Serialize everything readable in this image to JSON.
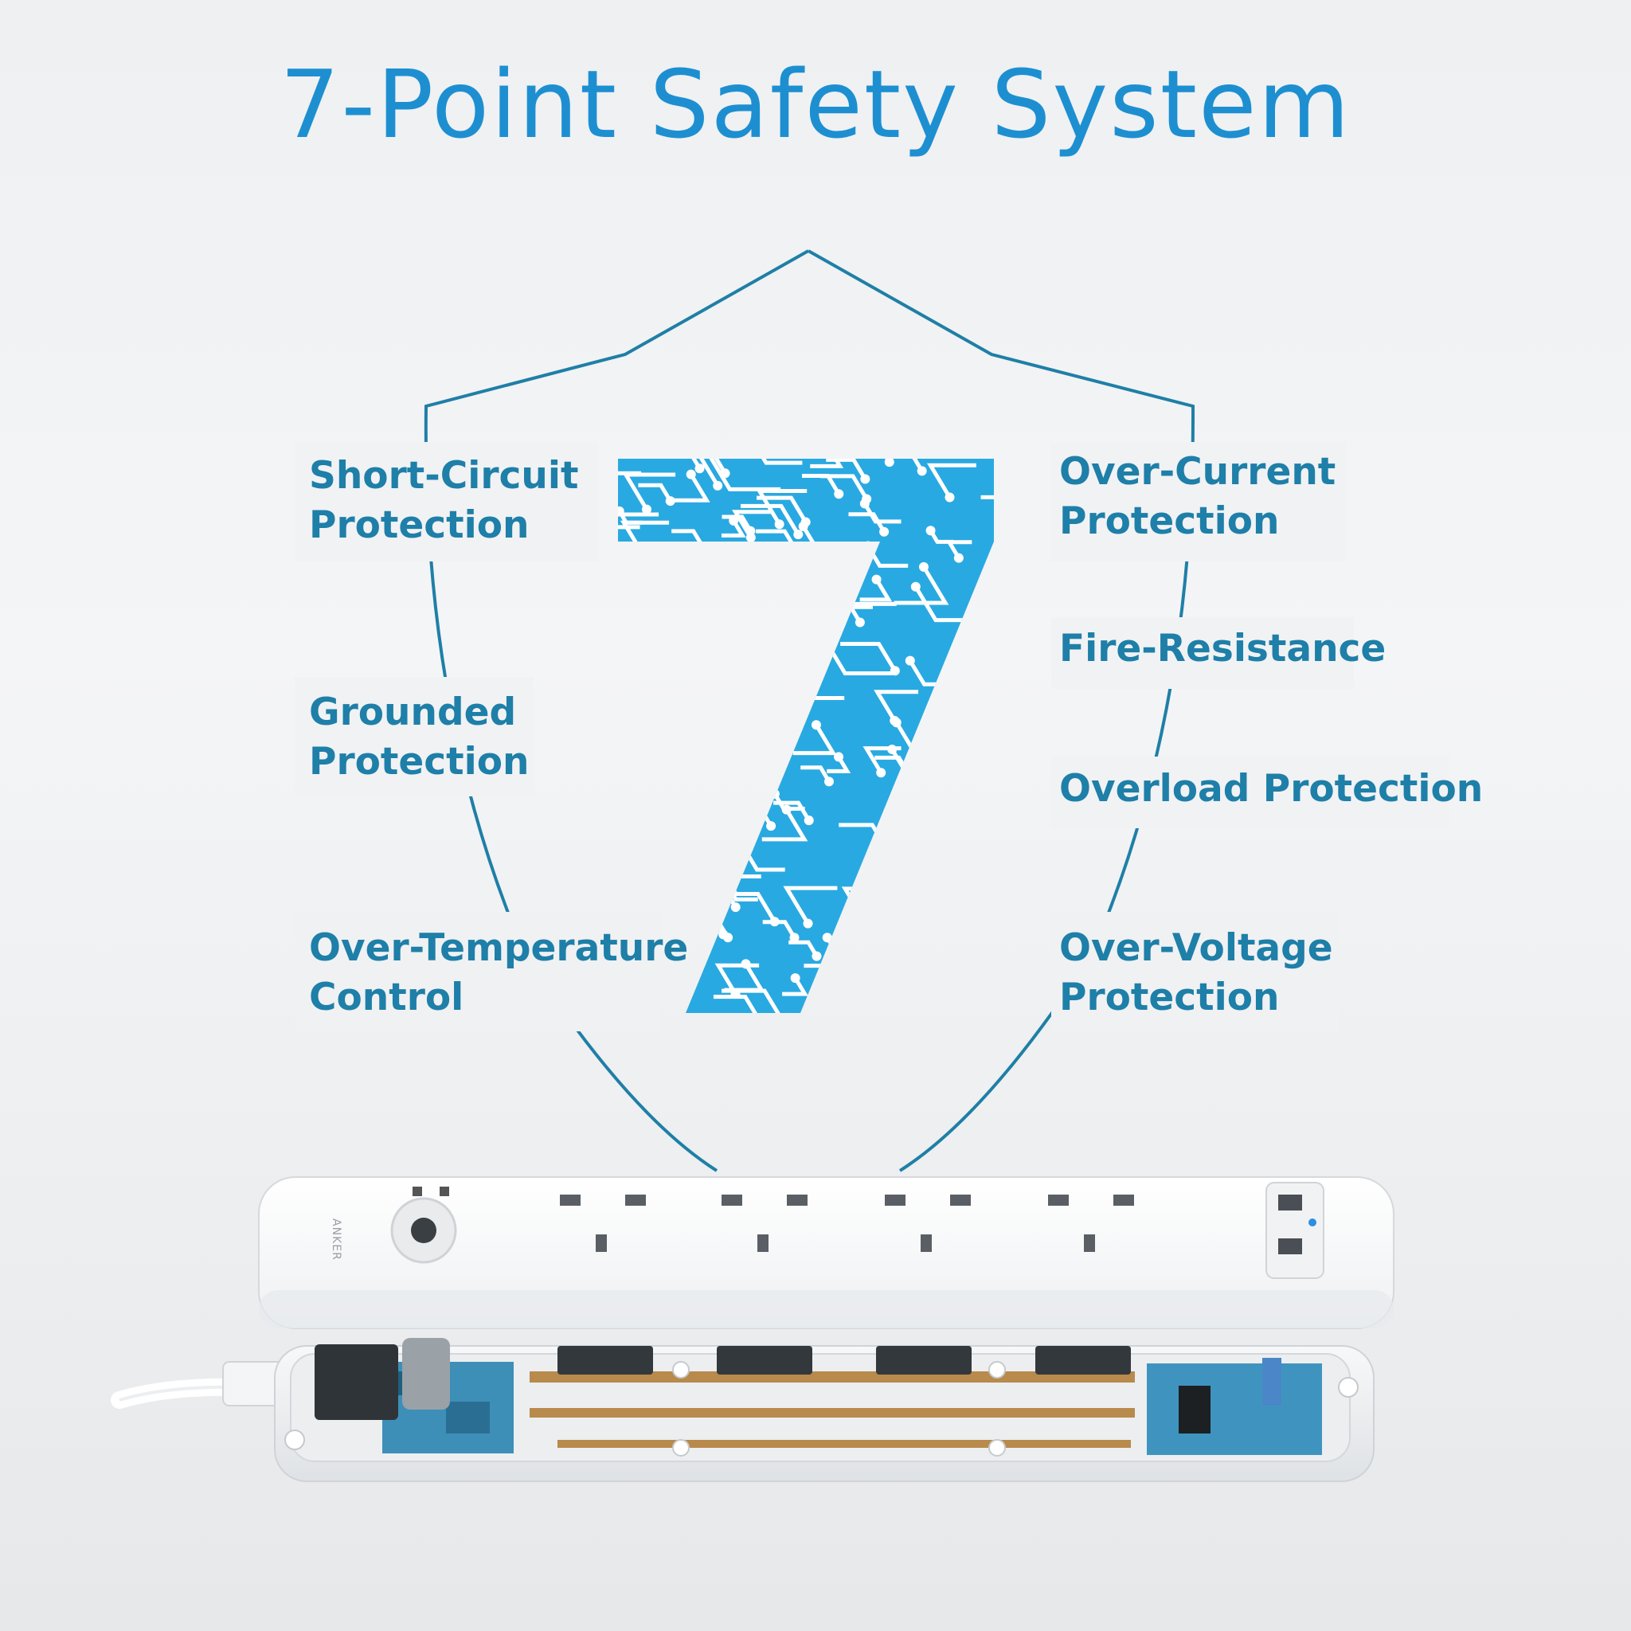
{
  "title": "7-Point Safety System",
  "features_left": [
    {
      "line1": "Short-Circuit",
      "line2": "Protection"
    },
    {
      "line1": "Grounded",
      "line2": "Protection"
    },
    {
      "line1": "Over-Temperature",
      "line2": "Control"
    }
  ],
  "features_right": [
    {
      "line1": "Over-Current",
      "line2": "Protection"
    },
    {
      "line1": "Fire-Resistance",
      "line2": ""
    },
    {
      "line1": "Overload Protection",
      "line2": ""
    },
    {
      "line1": "Over-Voltage",
      "line2": "Protection"
    }
  ],
  "product_brand": "ANKER",
  "colors": {
    "title": "#1d8fd1",
    "label": "#1e7fa8",
    "shield_line": "#1f7fa6",
    "seven_fill": "#29a9e1",
    "circuit": "#ffffff"
  }
}
